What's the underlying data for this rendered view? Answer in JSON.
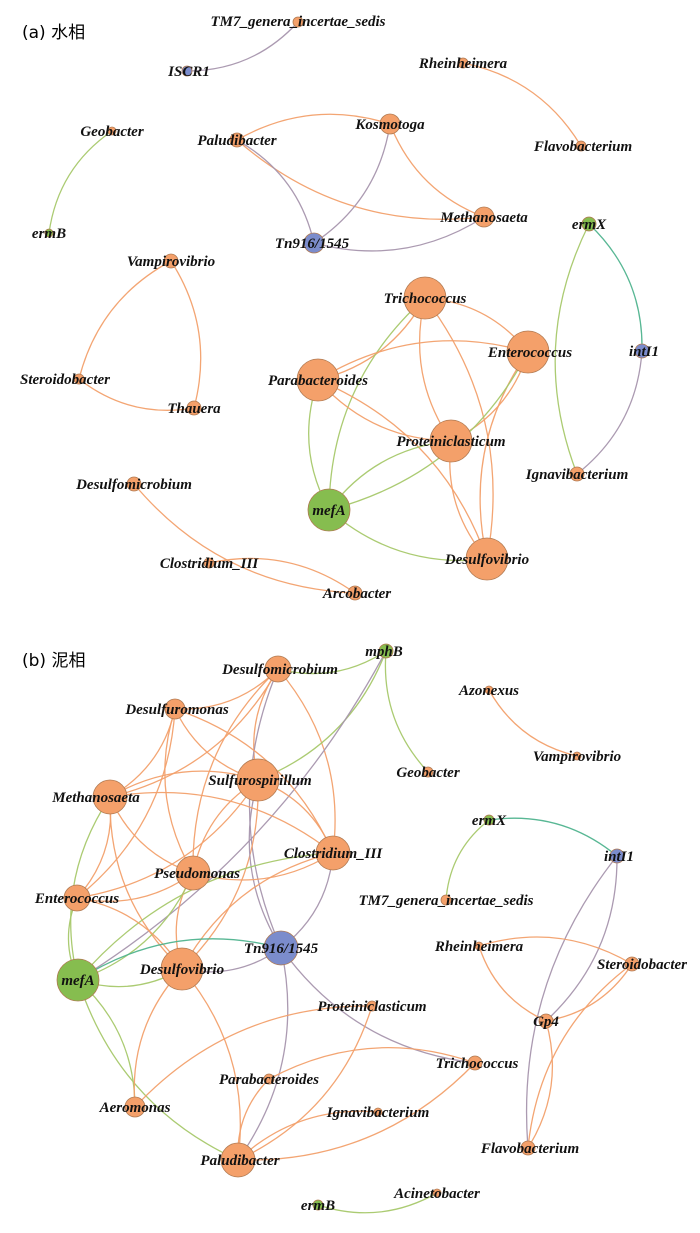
{
  "colors": {
    "bacteria": "#f4a06a",
    "arg": "#86bd4f",
    "mge": "#7b8ccc",
    "edge_bb": "#f2a06c",
    "edge_ba": "#a6c86a",
    "edge_bm": "#a695ad",
    "edge_am": "#4fb38e"
  },
  "panels": [
    {
      "label": "(a) 水相",
      "nodes": [
        {
          "id": "TM7_a",
          "label": "TM7_genera_incertae_sedis",
          "type": "bacteria",
          "size": 2
        },
        {
          "id": "ISCR1_a",
          "label": "ISCR1",
          "type": "mge",
          "size": 2
        },
        {
          "id": "Rhein_a",
          "label": "Rheinheimera",
          "type": "bacteria",
          "size": 2
        },
        {
          "id": "Flavo_a",
          "label": "Flavobacterium",
          "type": "bacteria",
          "size": 2
        },
        {
          "id": "Geob_a",
          "label": "Geobacter",
          "type": "bacteria",
          "size": 1
        },
        {
          "id": "ermB_a",
          "label": "ermB",
          "type": "arg",
          "size": 1
        },
        {
          "id": "Palud_a",
          "label": "Paludibacter",
          "type": "bacteria",
          "size": 3
        },
        {
          "id": "Kosmo_a",
          "label": "Kosmotoga",
          "type": "bacteria",
          "size": 4
        },
        {
          "id": "Metha_a",
          "label": "Methanosaeta",
          "type": "bacteria",
          "size": 4
        },
        {
          "id": "Tn916_a",
          "label": "Tn916/1545",
          "type": "mge",
          "size": 4
        },
        {
          "id": "ermX_a",
          "label": "ermX",
          "type": "arg",
          "size": 3
        },
        {
          "id": "intI1_a",
          "label": "intI1",
          "type": "mge",
          "size": 3
        },
        {
          "id": "Vampi_a",
          "label": "Vampirovibrio",
          "type": "bacteria",
          "size": 3
        },
        {
          "id": "Stero_a",
          "label": "Steroidobacter",
          "type": "bacteria",
          "size": 2
        },
        {
          "id": "Thau_a",
          "label": "Thauera",
          "type": "bacteria",
          "size": 3
        },
        {
          "id": "Trich_a",
          "label": "Trichococcus",
          "type": "bacteria",
          "size": 7
        },
        {
          "id": "Enter_a",
          "label": "Enterococcus",
          "type": "bacteria",
          "size": 7
        },
        {
          "id": "Parab_a",
          "label": "Parabacteroides",
          "type": "bacteria",
          "size": 7
        },
        {
          "id": "Prote_a",
          "label": "Proteiniclasticum",
          "type": "bacteria",
          "size": 7
        },
        {
          "id": "Ignav_a",
          "label": "Ignavibacterium",
          "type": "bacteria",
          "size": 3
        },
        {
          "id": "Dmicro_a",
          "label": "Desulfomicrobium",
          "type": "bacteria",
          "size": 3
        },
        {
          "id": "mefA_a",
          "label": "mefA",
          "type": "arg",
          "size": 7
        },
        {
          "id": "Clost_a",
          "label": "Clostridium_III",
          "type": "bacteria",
          "size": 2
        },
        {
          "id": "Desvib_a",
          "label": "Desulfovibrio",
          "type": "bacteria",
          "size": 7
        },
        {
          "id": "Arco_a",
          "label": "Arcobacter",
          "type": "bacteria",
          "size": 3
        }
      ],
      "edges": [
        [
          "ISCR1_a",
          "TM7_a"
        ],
        [
          "Rhein_a",
          "Flavo_a"
        ],
        [
          "Geob_a",
          "ermB_a"
        ],
        [
          "Palud_a",
          "Kosmo_a"
        ],
        [
          "Palud_a",
          "Metha_a"
        ],
        [
          "Palud_a",
          "Tn916_a"
        ],
        [
          "Kosmo_a",
          "Metha_a"
        ],
        [
          "Kosmo_a",
          "Tn916_a"
        ],
        [
          "Tn916_a",
          "Metha_a"
        ],
        [
          "ermX_a",
          "intI1_a"
        ],
        [
          "ermX_a",
          "Ignav_a"
        ],
        [
          "intI1_a",
          "Ignav_a"
        ],
        [
          "Vampi_a",
          "Stero_a"
        ],
        [
          "Vampi_a",
          "Thau_a"
        ],
        [
          "Stero_a",
          "Thau_a"
        ],
        [
          "Trich_a",
          "Parab_a"
        ],
        [
          "Trich_a",
          "Prote_a"
        ],
        [
          "Trich_a",
          "Desvib_a"
        ],
        [
          "Trich_a",
          "mefA_a"
        ],
        [
          "Parab_a",
          "Enter_a"
        ],
        [
          "Parab_a",
          "Prote_a"
        ],
        [
          "Parab_a",
          "Desvib_a"
        ],
        [
          "Parab_a",
          "mefA_a"
        ],
        [
          "Enter_a",
          "Prote_a"
        ],
        [
          "Enter_a",
          "Desvib_a"
        ],
        [
          "Enter_a",
          "mefA_a"
        ],
        [
          "Prote_a",
          "Desvib_a"
        ],
        [
          "mefA_a",
          "Prote_a"
        ],
        [
          "mefA_a",
          "Desvib_a"
        ],
        [
          "Trich_a",
          "Enter_a"
        ],
        [
          "Dmicro_a",
          "Arco_a"
        ],
        [
          "Clost_a",
          "Arco_a"
        ]
      ]
    },
    {
      "label": "(b) 泥相",
      "nodes": [
        {
          "id": "Dmicro_b",
          "label": "Desulfomicrobium",
          "type": "bacteria",
          "size": 5
        },
        {
          "id": "mphB_b",
          "label": "mphB",
          "type": "arg",
          "size": 3
        },
        {
          "id": "Azon_b",
          "label": "Azonexus",
          "type": "bacteria",
          "size": 1
        },
        {
          "id": "Vampi_b",
          "label": "Vampirovibrio",
          "type": "bacteria",
          "size": 1
        },
        {
          "id": "Dmona_b",
          "label": "Desulfuromonas",
          "type": "bacteria",
          "size": 4
        },
        {
          "id": "Sulfu_b",
          "label": "Sulfurospirillum",
          "type": "bacteria",
          "size": 7
        },
        {
          "id": "Geob_b",
          "label": "Geobacter",
          "type": "bacteria",
          "size": 2
        },
        {
          "id": "Metha_b",
          "label": "Methanosaeta",
          "type": "bacteria",
          "size": 6
        },
        {
          "id": "ermX_b",
          "label": "ermX",
          "type": "arg",
          "size": 2
        },
        {
          "id": "Clost_b",
          "label": "Clostridium_III",
          "type": "bacteria",
          "size": 6
        },
        {
          "id": "intI1_b",
          "label": "intI1",
          "type": "mge",
          "size": 3
        },
        {
          "id": "Pseud_b",
          "label": "Pseudomonas",
          "type": "bacteria",
          "size": 6
        },
        {
          "id": "Enter_b",
          "label": "Enterococcus",
          "type": "bacteria",
          "size": 5
        },
        {
          "id": "TM7_b",
          "label": "TM7_genera_incertae_sedis",
          "type": "bacteria",
          "size": 2
        },
        {
          "id": "Tn916_b",
          "label": "Tn916/1545",
          "type": "mge",
          "size": 6
        },
        {
          "id": "Rhein_b",
          "label": "Rheinheimera",
          "type": "bacteria",
          "size": 1
        },
        {
          "id": "Stero_b",
          "label": "Steroidobacter",
          "type": "bacteria",
          "size": 3
        },
        {
          "id": "mefA_b",
          "label": "mefA",
          "type": "arg",
          "size": 7
        },
        {
          "id": "Desvib_b",
          "label": "Desulfovibrio",
          "type": "bacteria",
          "size": 7
        },
        {
          "id": "Prote_b",
          "label": "Proteiniclasticum",
          "type": "bacteria",
          "size": 2
        },
        {
          "id": "Gp4_b",
          "label": "Gp4",
          "type": "bacteria",
          "size": 3
        },
        {
          "id": "Trich_b",
          "label": "Trichococcus",
          "type": "bacteria",
          "size": 3
        },
        {
          "id": "Parab_b",
          "label": "Parabacteroides",
          "type": "bacteria",
          "size": 2
        },
        {
          "id": "Aerom_b",
          "label": "Aeromonas",
          "type": "bacteria",
          "size": 4
        },
        {
          "id": "Ignav_b",
          "label": "Ignavibacterium",
          "type": "bacteria",
          "size": 1
        },
        {
          "id": "Flavo_b",
          "label": "Flavobacterium",
          "type": "bacteria",
          "size": 3
        },
        {
          "id": "Palud_b",
          "label": "Paludibacter",
          "type": "bacteria",
          "size": 6
        },
        {
          "id": "ermB_b",
          "label": "ermB",
          "type": "arg",
          "size": 2
        },
        {
          "id": "Acine_b",
          "label": "Acinetobacter",
          "type": "bacteria",
          "size": 1
        }
      ],
      "edges": [
        [
          "Dmicro_b",
          "mphB_b"
        ],
        [
          "Dmicro_b",
          "Dmona_b"
        ],
        [
          "Dmicro_b",
          "Sulfu_b"
        ],
        [
          "Dmicro_b",
          "Clost_b"
        ],
        [
          "Dmicro_b",
          "Pseud_b"
        ],
        [
          "Dmicro_b",
          "Metha_b"
        ],
        [
          "Dmicro_b",
          "Tn916_b"
        ],
        [
          "mphB_b",
          "Sulfu_b"
        ],
        [
          "mphB_b",
          "Geob_b"
        ],
        [
          "mphB_b",
          "mefA_b"
        ],
        [
          "Azon_b",
          "Vampi_b"
        ],
        [
          "Dmona_b",
          "Metha_b"
        ],
        [
          "Dmona_b",
          "Sulfu_b"
        ],
        [
          "Dmona_b",
          "Clost_b"
        ],
        [
          "Dmona_b",
          "Pseud_b"
        ],
        [
          "Dmona_b",
          "Enter_b"
        ],
        [
          "Sulfu_b",
          "Metha_b"
        ],
        [
          "Sulfu_b",
          "Clost_b"
        ],
        [
          "Sulfu_b",
          "Pseud_b"
        ],
        [
          "Sulfu_b",
          "Desvib_b"
        ],
        [
          "Sulfu_b",
          "Tn916_b"
        ],
        [
          "Sulfu_b",
          "Enter_b"
        ],
        [
          "Metha_b",
          "Pseud_b"
        ],
        [
          "Metha_b",
          "Clost_b"
        ],
        [
          "Metha_b",
          "Desvib_b"
        ],
        [
          "Metha_b",
          "Enter_b"
        ],
        [
          "Metha_b",
          "mefA_b"
        ],
        [
          "Clost_b",
          "Pseud_b"
        ],
        [
          "Clost_b",
          "Desvib_b"
        ],
        [
          "Clost_b",
          "Tn916_b"
        ],
        [
          "Clost_b",
          "mefA_b"
        ],
        [
          "Pseud_b",
          "Enter_b"
        ],
        [
          "Pseud_b",
          "Desvib_b"
        ],
        [
          "Pseud_b",
          "mefA_b"
        ],
        [
          "Enter_b",
          "mefA_b"
        ],
        [
          "Enter_b",
          "Desvib_b"
        ],
        [
          "Tn916_b",
          "mefA_b"
        ],
        [
          "Tn916_b",
          "Desvib_b"
        ],
        [
          "Tn916_b",
          "Trich_b"
        ],
        [
          "Tn916_b",
          "Palud_b"
        ],
        [
          "mefA_b",
          "Desvib_b"
        ],
        [
          "mefA_b",
          "Aerom_b"
        ],
        [
          "mefA_b",
          "Palud_b"
        ],
        [
          "Desvib_b",
          "Palud_b"
        ],
        [
          "Desvib_b",
          "Aerom_b"
        ],
        [
          "Prote_b",
          "Palud_b"
        ],
        [
          "Prote_b",
          "Aerom_b"
        ],
        [
          "Parab_b",
          "Trich_b"
        ],
        [
          "Parab_b",
          "Palud_b"
        ],
        [
          "Palud_b",
          "Ignav_b"
        ],
        [
          "Palud_b",
          "Trich_b"
        ],
        [
          "ermX_b",
          "intI1_b"
        ],
        [
          "ermX_b",
          "TM7_b"
        ],
        [
          "intI1_b",
          "Gp4_b"
        ],
        [
          "intI1_b",
          "Flavo_b"
        ],
        [
          "Rhein_b",
          "Stero_b"
        ],
        [
          "Rhein_b",
          "Gp4_b"
        ],
        [
          "Stero_b",
          "Gp4_b"
        ],
        [
          "Stero_b",
          "Flavo_b"
        ],
        [
          "Gp4_b",
          "Flavo_b"
        ],
        [
          "ermB_b",
          "Acine_b"
        ]
      ]
    }
  ]
}
